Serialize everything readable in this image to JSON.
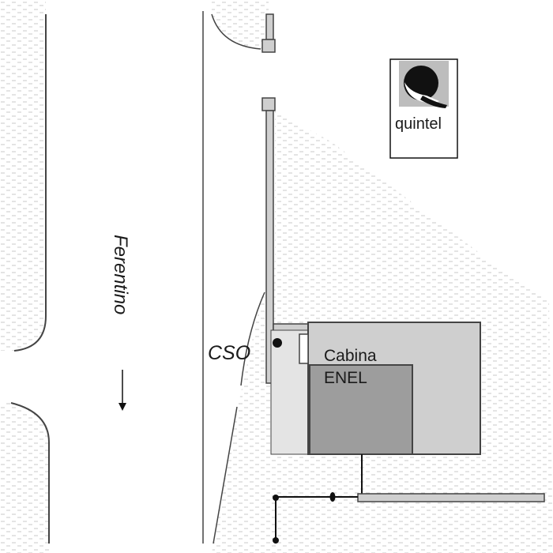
{
  "road": {
    "name": "Ferentino"
  },
  "labels": {
    "cso": "CSO",
    "cabina_line1": "Cabina",
    "cabina_line2": "ENEL"
  },
  "logo": {
    "text": "quintel",
    "icon": "quintel-q-logo-icon"
  },
  "icons": {
    "direction_arrow": "arrow-down-icon",
    "cso_marker": "cso-dot-icon"
  },
  "colors": {
    "hatch": "#c8c8c8",
    "building_light": "#e4e4e4",
    "building_mid": "#cfcfcf",
    "building_dark": "#9d9d9d",
    "line": "#444444"
  }
}
